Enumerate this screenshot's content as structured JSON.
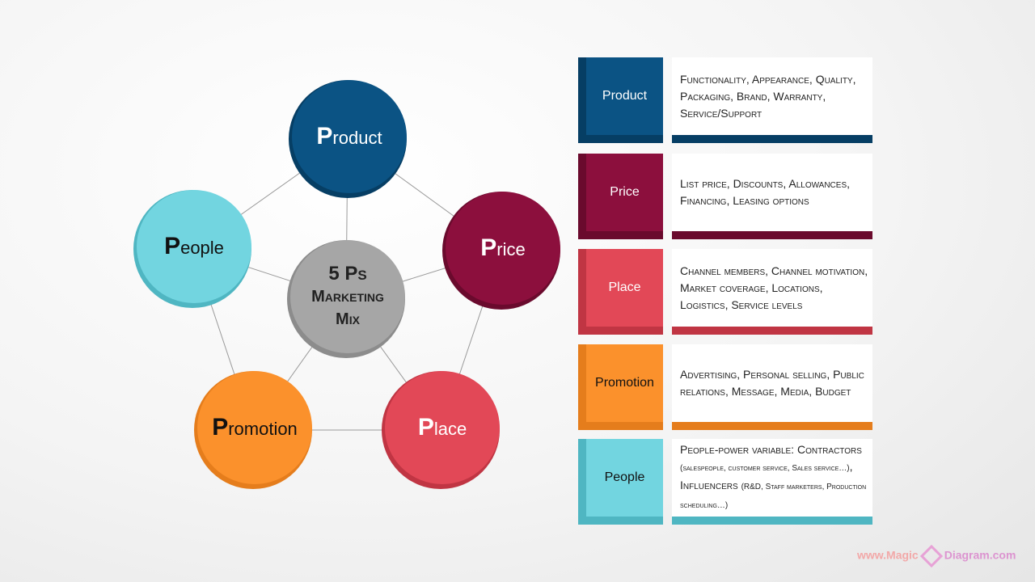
{
  "center": {
    "line1": "5 Ps",
    "line2": "Marketing",
    "line3": "Mix"
  },
  "circles": [
    {
      "initial": "P",
      "rest": "roduct",
      "color": "#0b5384",
      "shade": "#063e64"
    },
    {
      "initial": "P",
      "rest": "rice",
      "color": "#8c0f3d",
      "shade": "#6a0a2d"
    },
    {
      "initial": "P",
      "rest": "lace",
      "color": "#e24857",
      "shade": "#c03543"
    },
    {
      "initial": "P",
      "rest": "romotion",
      "color": "#fb912c",
      "shade": "#e57d1c"
    },
    {
      "initial": "P",
      "rest": "eople",
      "color": "#72d5e0",
      "shade": "#4fb6c2"
    }
  ],
  "rows": [
    {
      "label": "Product",
      "desc": "Functionality, Appearance, Quality, Packaging, Brand, Warranty, Service/Support",
      "color": "#0b5384",
      "shade": "#063e64"
    },
    {
      "label": "Price",
      "desc": "List price, Discounts, Allowances, Financing, Leasing options",
      "color": "#8c0f3d",
      "shade": "#6a0a2d"
    },
    {
      "label": "Place",
      "desc": "Channel members, Channel motivation, Market coverage, Locations, Logistics, Service levels",
      "color": "#e24857",
      "shade": "#c03543"
    },
    {
      "label": "Promotion",
      "desc": "Advertising, Personal selling, Public relations, Message, Media, Budget",
      "color": "#fb912c",
      "shade": "#e57d1c"
    },
    {
      "label": "People",
      "desc_parts": [
        "People-power variable: Contractors ",
        "(salespeople, customer service, Sales service…)",
        ", Influencers ",
        "(R&D, Staff marketers, Production scheduling…)"
      ],
      "color": "#72d5e0",
      "shade": "#4fb6c2"
    }
  ],
  "watermark": {
    "left": "www.Magic",
    "right": "Diagram.com"
  }
}
